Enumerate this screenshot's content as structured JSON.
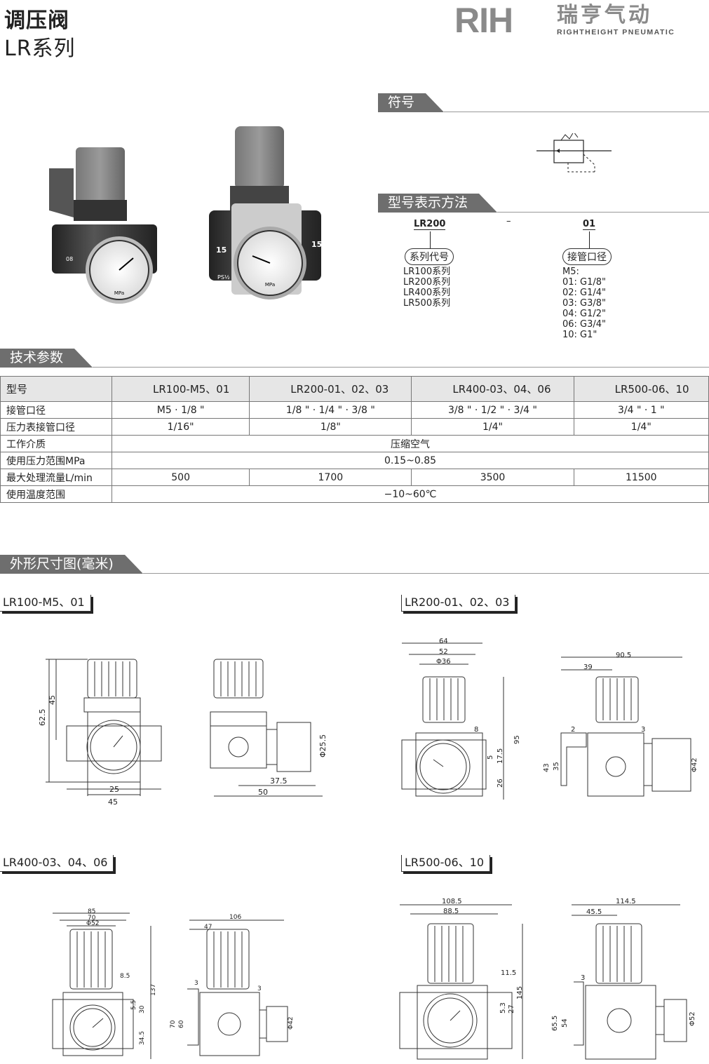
{
  "header": {
    "title": "调压阀",
    "series": "LR系列",
    "logo_rih": "RIH",
    "logo_cn": "瑞亨气动",
    "logo_en": "RIGHTHEIGHT PNEUMATIC"
  },
  "symbol": {
    "heading": "符号"
  },
  "model_code": {
    "heading": "型号表示方法",
    "example_series": "LR200",
    "dash": "–",
    "example_port": "01",
    "series_label": "系列代号",
    "series_items": [
      "LR100系列",
      "LR200系列",
      "LR400系列",
      "LR500系列"
    ],
    "port_label": "接管口径",
    "port_items": [
      "M5:",
      "01: G1/8\"",
      "02: G1/4\"",
      "03: G3/8\"",
      "04: G1/2\"",
      "06: G3/4\"",
      "10: G1\""
    ]
  },
  "specs": {
    "heading": "技术参数",
    "header_label": "型号",
    "columns": [
      "LR100-M5、01",
      "LR200-01、02、03",
      "LR400-03、04、06",
      "LR500-06、10"
    ],
    "rows": [
      {
        "label": "接管口径",
        "cells": [
          "M5 · 1/8 \"",
          "1/8 \" · 1/4 \" · 3/8 \"",
          "3/8 \" · 1/2 \" · 3/4 \"",
          "3/4 \" · 1 \""
        ]
      },
      {
        "label": "压力表接管口径",
        "cells": [
          "1/16\"",
          "1/8\"",
          "1/4\"",
          "1/4\""
        ]
      },
      {
        "label": "工作介质",
        "merged": "压缩空气"
      },
      {
        "label": "使用压力范围MPa",
        "merged": "0.15~0.85"
      },
      {
        "label": "最大处理流量L/min",
        "cells": [
          "500",
          "1700",
          "3500",
          "11500"
        ]
      },
      {
        "label": "使用温度范围",
        "merged": "−10~60℃"
      }
    ]
  },
  "dimensions": {
    "heading": "外形尺寸图(毫米)",
    "labels": [
      "LR100-M5、01",
      "LR200-01、02、03",
      "LR400-03、04、06",
      "LR500-06、10"
    ],
    "lr100": {
      "d45h": "45",
      "d625": "62.5",
      "d25": "25",
      "d45w": "45",
      "d375": "37.5",
      "d50": "50",
      "d255": "Φ25.5"
    },
    "lr200": {
      "d64": "64",
      "d52": "52",
      "d36": "Φ36",
      "d8": "8",
      "d5": "5",
      "d175": "17.5",
      "d26": "26",
      "d95": "95",
      "d905": "90.5",
      "d39": "39",
      "d2": "2",
      "d3": "3",
      "d43": "43",
      "d35": "35",
      "d42": "Φ42"
    },
    "lr400": {
      "d85": "85",
      "d70": "70",
      "d52": "Φ52",
      "d85b": "8.5",
      "d55": "5.5",
      "d30": "30",
      "d345": "34.5",
      "d137": "137",
      "d106": "106",
      "d47": "47",
      "d3": "3",
      "d3b": "3",
      "d70v": "70",
      "d60": "60",
      "d42": "Φ42"
    },
    "lr500": {
      "d1085": "108.5",
      "d885": "88.5",
      "d115": "11.5",
      "d53": "5.3",
      "d27": "27",
      "d145": "145",
      "d1145": "114.5",
      "d455": "45.5",
      "d3": "3",
      "d655": "65.5",
      "d54": "54",
      "d52": "Φ52"
    }
  },
  "gauge": {
    "unit": "MPa",
    "port_a": "08",
    "port_b": "15",
    "ps": "PS½"
  }
}
